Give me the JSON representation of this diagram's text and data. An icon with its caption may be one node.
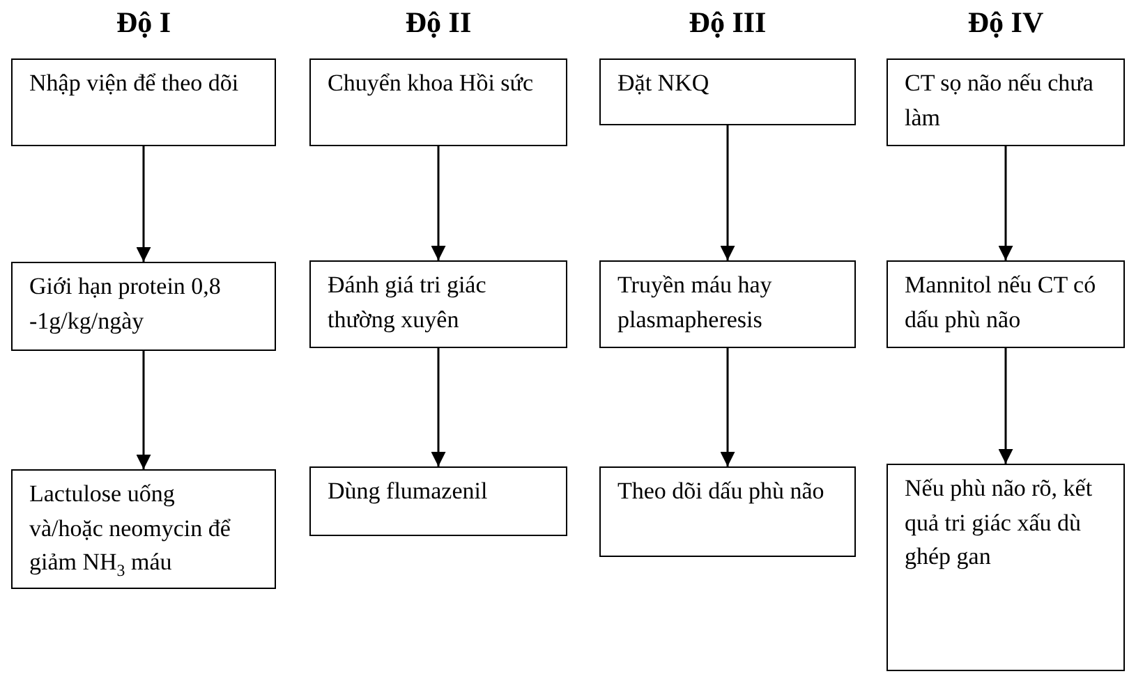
{
  "diagram": {
    "nodes": [
      {
        "text": [
          "Nhập viện để theo dõi"
        ]
      },
      {
        "text": [
          "Giới hạn protein 0,8 -1g/kg/ngày"
        ]
      },
      {
        "text": [
          "Lactulose uống và/hoặc neomycin để giảm NH$_{3}$ máu"
        ]
      },
      {
        "text": [
          "Chuyển khoa Hồi sức"
        ]
      },
      {
        "text": [
          "Đánh giá tri giác thường xuyên"
        ]
      },
      {
        "text": [
          "Dùng flumazenil"
        ]
      },
      {
        "text": [
          "Đặt NKQ"
        ]
      },
      {
        "text": [
          "Truyền máu hay plasmapheresis"
        ]
      },
      {
        "text": [
          "Theo dõi dấu phù não"
        ]
      },
      {
        "text": [
          "CT sọ não nếu chưa làm"
        ]
      },
      {
        "text": [
          "Mannitol nếu CT có dấu phù não"
        ]
      },
      {
        "text": [
          "Nếu phù não rõ, kết quả tri giác xấu dù ghép gan"
        ]
      }
    ],
    "edges": [
      {
        "from": 0,
        "to": 1,
        "arrow": "to"
      },
      {
        "from": 1,
        "to": 2,
        "arrow": "to"
      },
      {
        "from": 3,
        "to": 4,
        "arrow": "to"
      },
      {
        "from": 4,
        "to": 5,
        "arrow": "to"
      },
      {
        "from": 6,
        "to": 7,
        "arrow": "to"
      },
      {
        "from": 7,
        "to": 8,
        "arrow": "to"
      },
      {
        "from": 9,
        "to": 10,
        "arrow": "to"
      },
      {
        "from": 10,
        "to": 11,
        "arrow": "to"
      }
    ],
    "labels": [
      "Độ I",
      "Độ II",
      "Độ III",
      "Độ IV"
    ]
  }
}
